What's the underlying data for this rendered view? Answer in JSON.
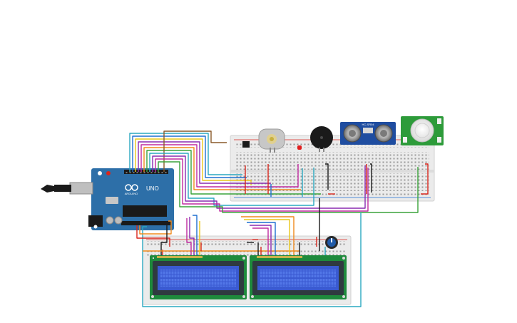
{
  "arduino": {
    "brand_text": "ARDUINO",
    "model_text": "UNO"
  },
  "sensor": {
    "label": "HC-SR04"
  },
  "colors": {
    "board": "#2d6fa8",
    "breadboard": "#e9e9e9",
    "lcd_screen": "#3a5ad1",
    "lcd_pcb": "#1e8a3c",
    "pir_pcb": "#2d9b3a",
    "wire_red": "#d9261c",
    "wire_orange": "#f08a1c",
    "wire_yellow": "#e9c81a",
    "wire_green": "#3aa33a",
    "wire_blue": "#1e6fd0",
    "wire_purple": "#8a2ab0",
    "wire_magenta": "#c02aa0",
    "wire_teal": "#2aa8c0",
    "wire_black": "#1a1a1a",
    "wire_brown": "#8a5a2a"
  },
  "components": [
    {
      "name": "arduino-uno-board"
    },
    {
      "name": "usb-cable"
    },
    {
      "name": "top-breadboard"
    },
    {
      "name": "bottom-breadboard"
    },
    {
      "name": "dc-motor"
    },
    {
      "name": "buzzer"
    },
    {
      "name": "ultrasonic-sensor"
    },
    {
      "name": "pir-sensor"
    },
    {
      "name": "red-led"
    },
    {
      "name": "temperature-sensor"
    },
    {
      "name": "potentiometer"
    },
    {
      "name": "lcd-display-left"
    },
    {
      "name": "lcd-display-right"
    }
  ]
}
